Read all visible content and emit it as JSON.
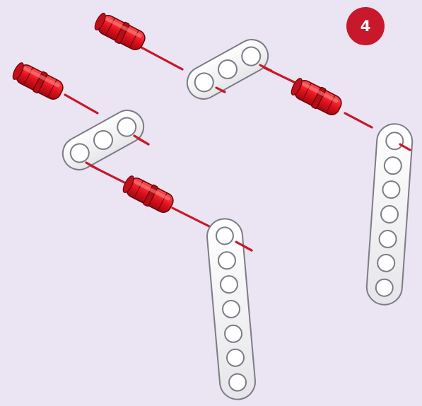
{
  "step": {
    "number": "4"
  },
  "parts": {
    "pins": [
      {
        "name": "axle-pin",
        "color": "#e0101e"
      },
      {
        "name": "axle-pin",
        "color": "#e0101e"
      },
      {
        "name": "axle-pin",
        "color": "#e0101e"
      },
      {
        "name": "axle-pin",
        "color": "#e0101e"
      }
    ],
    "short_beams": [
      {
        "name": "3-hole-beam",
        "holes": 3
      },
      {
        "name": "3-hole-beam",
        "holes": 3
      }
    ],
    "long_beams": [
      {
        "name": "7-hole-beam",
        "holes": 7
      },
      {
        "name": "7-hole-beam",
        "holes": 7
      }
    ]
  },
  "colors": {
    "background": "#ebe4f2",
    "pin_red": "#e0101e",
    "guide_line": "#c8182b",
    "beam_white": "#ffffff",
    "badge": "#c8182b"
  }
}
